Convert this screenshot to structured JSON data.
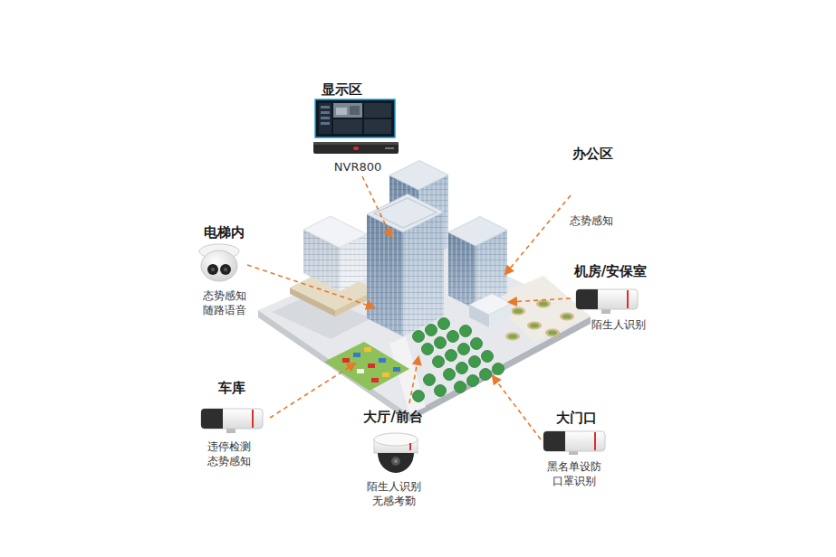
{
  "diagram": {
    "nodes": [
      {
        "text": [
          "显示区",
          "NVR800"
        ]
      },
      {
        "text": [
          "办公区",
          "态势感知"
        ]
      },
      {
        "text": [
          "电梯内",
          "态势感知 随路语音"
        ]
      },
      {
        "text": [
          "机房/安保室",
          "陌生人识别"
        ]
      },
      {
        "text": [
          "车库",
          "违停检测 态势感知"
        ]
      },
      {
        "text": [
          "大厅/前台",
          "陌生人识别 无感考勤"
        ]
      },
      {
        "text": [
          "大门口",
          "黑名单设防 口罩识别"
        ]
      }
    ]
  }
}
